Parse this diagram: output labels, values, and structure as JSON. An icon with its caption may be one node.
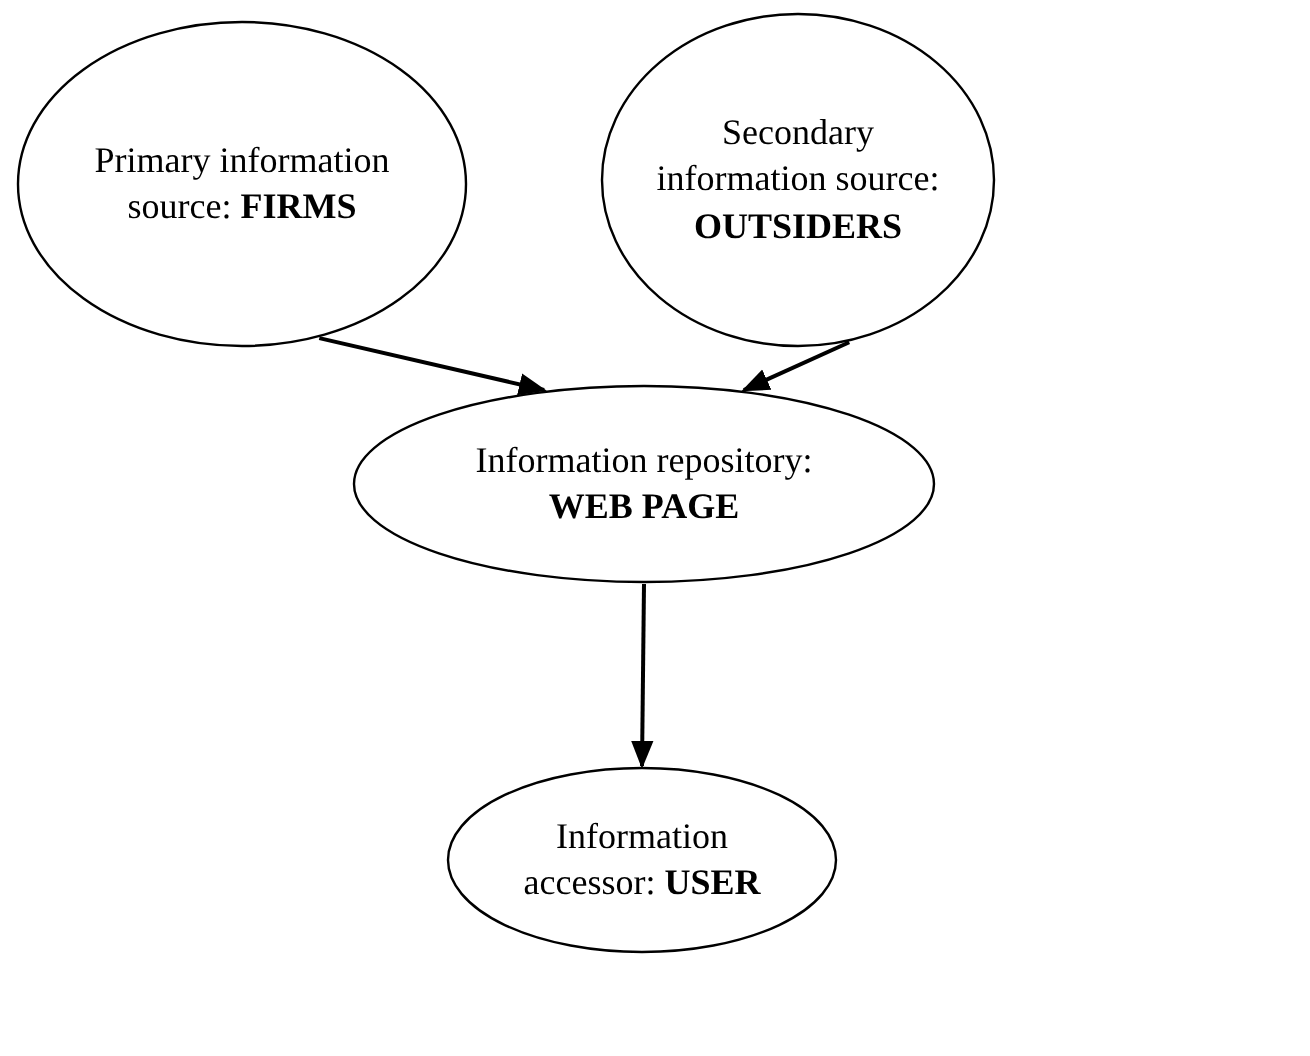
{
  "diagram": {
    "nodes": [
      {
        "text": [
          "Primary information source: **FIRMS**"
        ]
      },
      {
        "text": [
          "Secondary information source: **OUTSIDERS**"
        ]
      },
      {
        "text": [
          "Information repository: **WEB PAGE**"
        ]
      },
      {
        "text": [
          "Information accessor: **USER**"
        ]
      }
    ],
    "edges": [
      {
        "from": 0,
        "to": 2,
        "arrow": "to"
      },
      {
        "from": 1,
        "to": 2,
        "arrow": "to"
      },
      {
        "from": 2,
        "to": 3,
        "arrow": "to"
      }
    ]
  }
}
